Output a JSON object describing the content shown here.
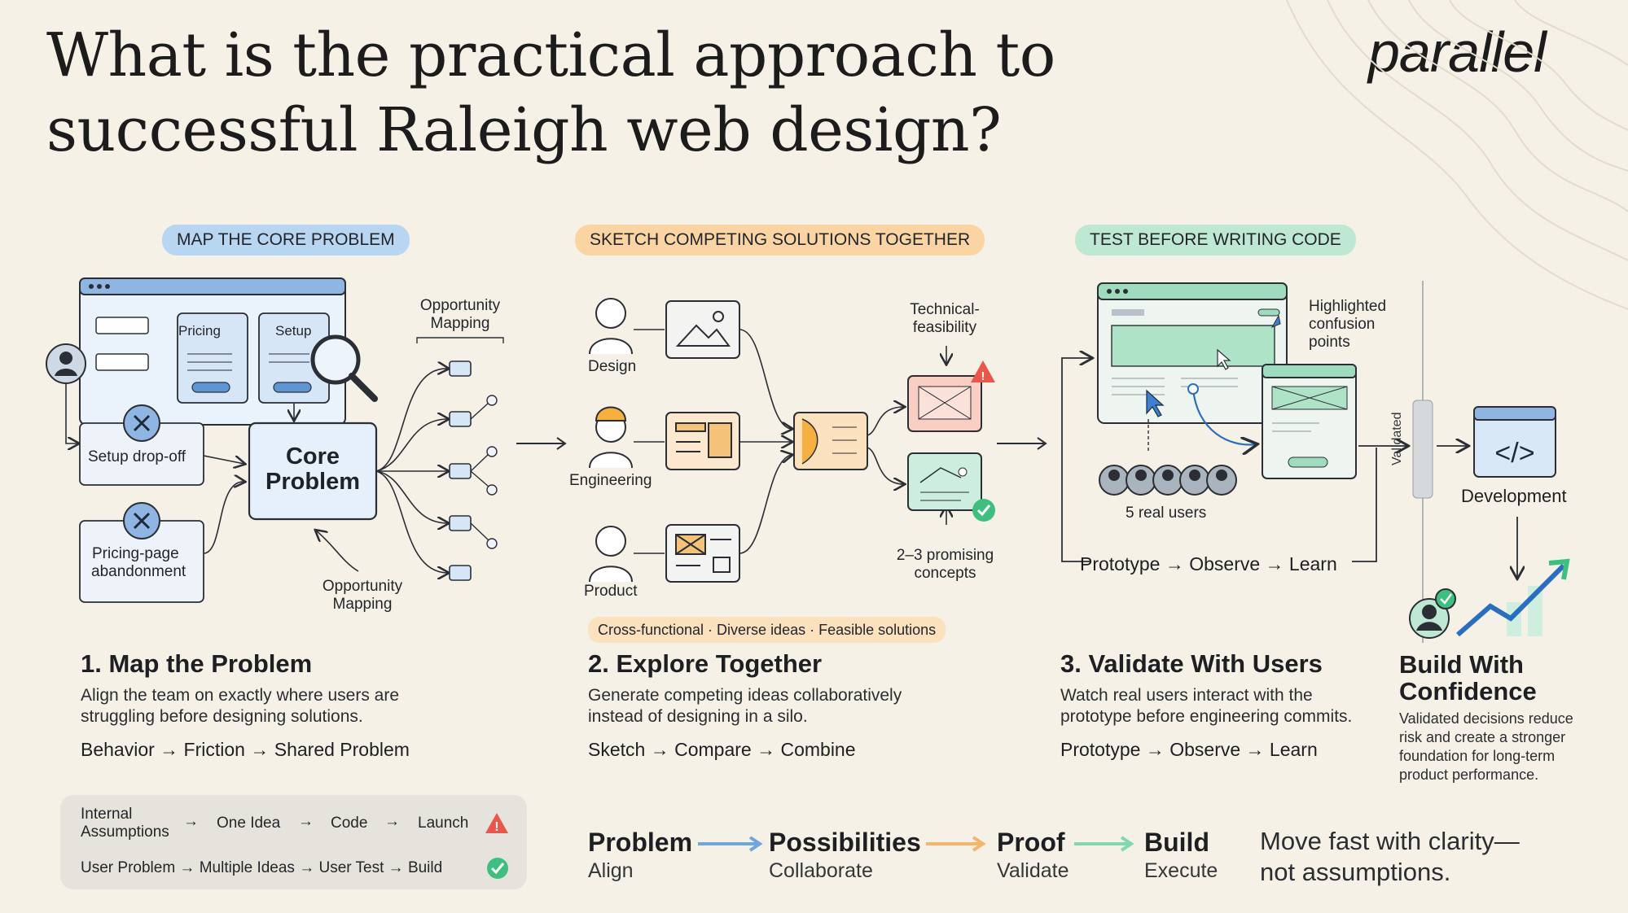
{
  "title": "What is the practical approach to successful Raleigh web design?",
  "logo": "parallel",
  "pills": {
    "map": "MAP THE CORE PROBLEM",
    "sketch": "SKETCH COMPETING SOLUTIONS TOGETHER",
    "test": "TEST BEFORE WRITING CODE"
  },
  "map_diagram": {
    "pricing": "Pricing",
    "setup": "Setup",
    "setup_dropoff": "Setup drop-off",
    "pricing_abandon_1": "Pricing-page",
    "pricing_abandon_2": "abandonment",
    "core_1": "Core",
    "core_2": "Problem",
    "opp_top_1": "Opportunity",
    "opp_top_2": "Mapping",
    "opp_bottom_1": "Opportunity",
    "opp_bottom_2": "Mapping"
  },
  "explore_diagram": {
    "design": "Design",
    "engineering": "Engineering",
    "product": "Product",
    "tech_1": "Technical-",
    "tech_2": "feasibility",
    "promising_1": "2–3 promising",
    "promising_2": "concepts",
    "tagline": "Cross-functional · Diverse ideas · Feasible solutions"
  },
  "test_diagram": {
    "highlight_1": "Highlighted",
    "highlight_2": "confusion",
    "highlight_3": "points",
    "users": "5 real users",
    "loop": "Prototype → Observe → Learn",
    "validated": "Validated",
    "development": "Development"
  },
  "sections": [
    {
      "heading": "1. Map the Problem",
      "desc_1": "Align the team on exactly where users are",
      "desc_2": "struggling before designing solutions.",
      "flow": "Behavior → Friction → Shared Problem"
    },
    {
      "heading": "2. Explore Together",
      "desc_1": "Generate competing ideas collaboratively",
      "desc_2": "instead of designing in a silo.",
      "flow": "Sketch → Compare → Combine"
    },
    {
      "heading": "3. Validate With Users",
      "desc_1": "Watch real users interact with the",
      "desc_2": "prototype before engineering commits.",
      "flow": "Prototype → Observe → Learn"
    }
  ],
  "build": {
    "heading_1": "Build With",
    "heading_2": "Confidence",
    "desc_1": "Validated decisions reduce",
    "desc_2": "risk and create a stronger",
    "desc_3": "foundation for long-term",
    "desc_4": "product performance."
  },
  "legend": {
    "row1_a_1": "Internal",
    "row1_a_2": "Assumptions",
    "row1_b": "One Idea",
    "row1_c": "Code",
    "row1_d": "Launch",
    "row2": "User Problem → Multiple Ideas → User Test → Build"
  },
  "bottom_flow": [
    {
      "big": "Problem",
      "small": "Align"
    },
    {
      "big": "Possibilities",
      "small": "Collaborate"
    },
    {
      "big": "Proof",
      "small": "Validate"
    },
    {
      "big": "Build",
      "small": "Execute"
    }
  ],
  "motto_1": "Move fast with clarity—",
  "motto_2": "not assumptions.",
  "colors": {
    "background": "#f6f1e6",
    "blue": "#b8d5f2",
    "orange": "#fbd4a4",
    "green": "#bfe8d4",
    "warning": "#e8574a",
    "check": "#3fbf7f"
  }
}
